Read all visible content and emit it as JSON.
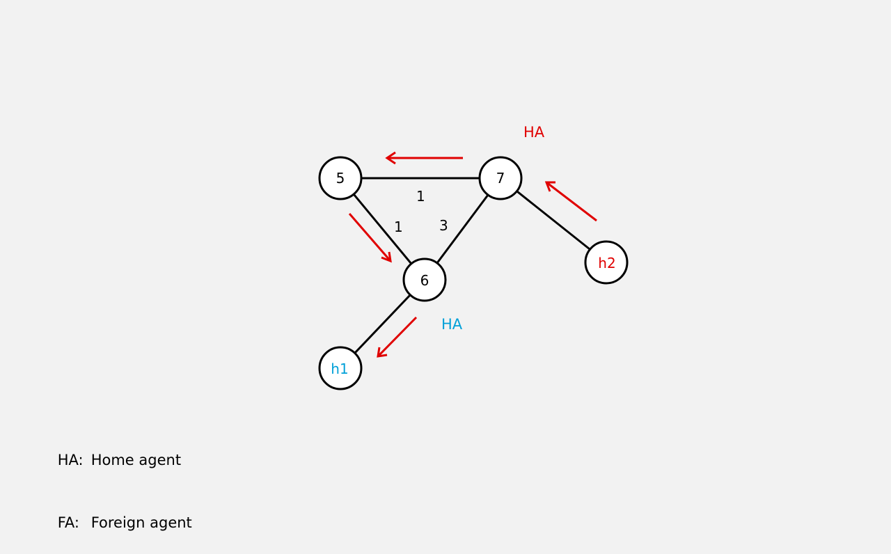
{
  "nodes": [
    {
      "id": "5",
      "label": "5",
      "color": "#000000"
    },
    {
      "id": "7",
      "label": "7",
      "color": "#000000"
    },
    {
      "id": "6",
      "label": "6",
      "color": "#000000"
    },
    {
      "id": "h1",
      "label": "h1",
      "color": "#00a0d8"
    },
    {
      "id": "h2",
      "label": "h2",
      "color": "#e00000"
    }
  ],
  "edges": [
    {
      "from": "5",
      "to": "7",
      "weight": "1"
    },
    {
      "from": "5",
      "to": "6",
      "weight": "1"
    },
    {
      "from": "7",
      "to": "6",
      "weight": "3"
    },
    {
      "from": "6",
      "to": "h1",
      "weight": ""
    },
    {
      "from": "7",
      "to": "h2",
      "weight": ""
    }
  ],
  "agent_labels": [
    {
      "text": "HA",
      "near": "7",
      "color": "#e00000"
    },
    {
      "text": "HA",
      "near": "6",
      "color": "#00a0d8"
    }
  ],
  "arrows": [
    {
      "from": "7",
      "to": "5",
      "color": "#e00000"
    },
    {
      "from": "5",
      "to": "6",
      "color": "#e00000"
    },
    {
      "from": "6",
      "to": "h1",
      "color": "#e00000"
    },
    {
      "from": "h2",
      "to": "7",
      "color": "#e00000"
    }
  ],
  "legend": [
    {
      "key": "HA:",
      "value": "Home agent"
    },
    {
      "key": "FA:",
      "value": "Foreign agent"
    }
  ]
}
